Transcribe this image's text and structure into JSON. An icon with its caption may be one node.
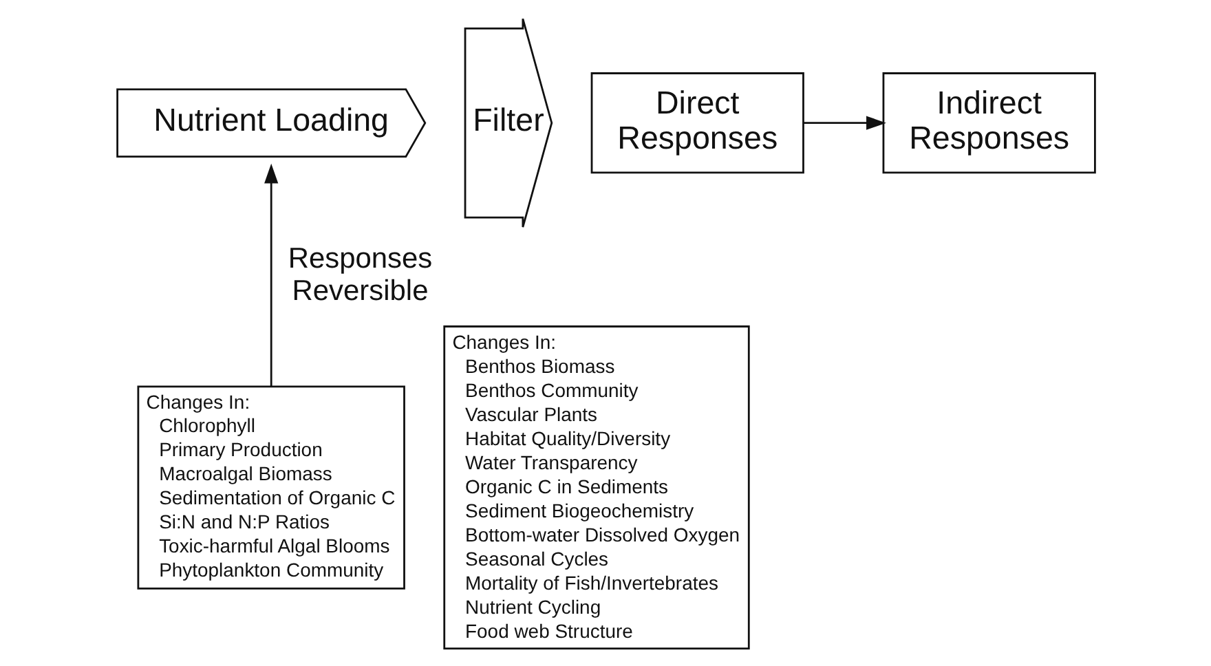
{
  "diagram": {
    "nodes": [
      {
        "text": [
          "Nutrient Loading"
        ]
      },
      {
        "text": [
          "Filter"
        ]
      },
      {
        "text": [
          "Direct Responses"
        ]
      },
      {
        "text": [
          "Indirect Responses"
        ]
      },
      {
        "text": [
          "Changes In:",
          "Chlorophyll",
          "Primary Production",
          "Macroalgal Biomass",
          "Sedimentation of Organic C",
          "Si:N and N:P Ratios",
          "Toxic-harmful Algal Blooms",
          "Phytoplankton Community"
        ]
      },
      {
        "text": [
          "Changes In:",
          "Benthos Biomass",
          "Benthos Community",
          "Vascular Plants",
          "Habitat Quality/Diversity",
          "Water Transparency",
          "Organic C in Sediments",
          "Sediment Biogeochemistry",
          "Bottom-water Dissolved Oxygen",
          "Seasonal Cycles",
          "Mortality of Fish/Invertebrates",
          "Nutrient Cycling",
          "Food web Structure"
        ]
      }
    ],
    "edges": [
      {
        "from": 2,
        "to": 3,
        "arrow": "to"
      },
      {
        "from": 4,
        "to": 0,
        "arrow": "to",
        "label": "Responses Reversible"
      }
    ]
  }
}
